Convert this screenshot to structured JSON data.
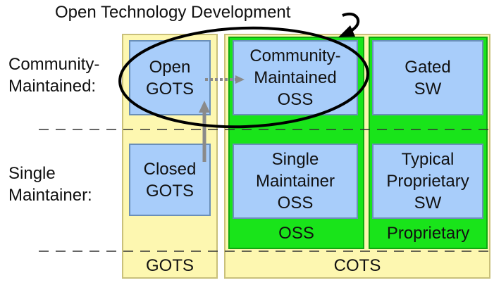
{
  "title": "Open Technology Development",
  "row_labels": {
    "community": "Community-\nMaintained:",
    "single": "Single\nMaintainer:"
  },
  "panels": {
    "gots": "GOTS",
    "cots": "COTS",
    "oss": "OSS",
    "proprietary": "Proprietary"
  },
  "cells": {
    "open_gots": "Open\nGOTS",
    "closed_gots": "Closed\nGOTS",
    "community_oss": "Community-\nMaintained\nOSS",
    "single_oss": "Single\nMaintainer\nOSS",
    "gated_sw": "Gated\nSW",
    "typical_proprietary": "Typical\nProprietary\nSW"
  },
  "colors": {
    "gots_cots_fill": "#fdf7b0",
    "oss_proprietary_fill": "#19e41a",
    "cell_fill": "#a8cdfa",
    "arrow": "#8a8a8a"
  }
}
